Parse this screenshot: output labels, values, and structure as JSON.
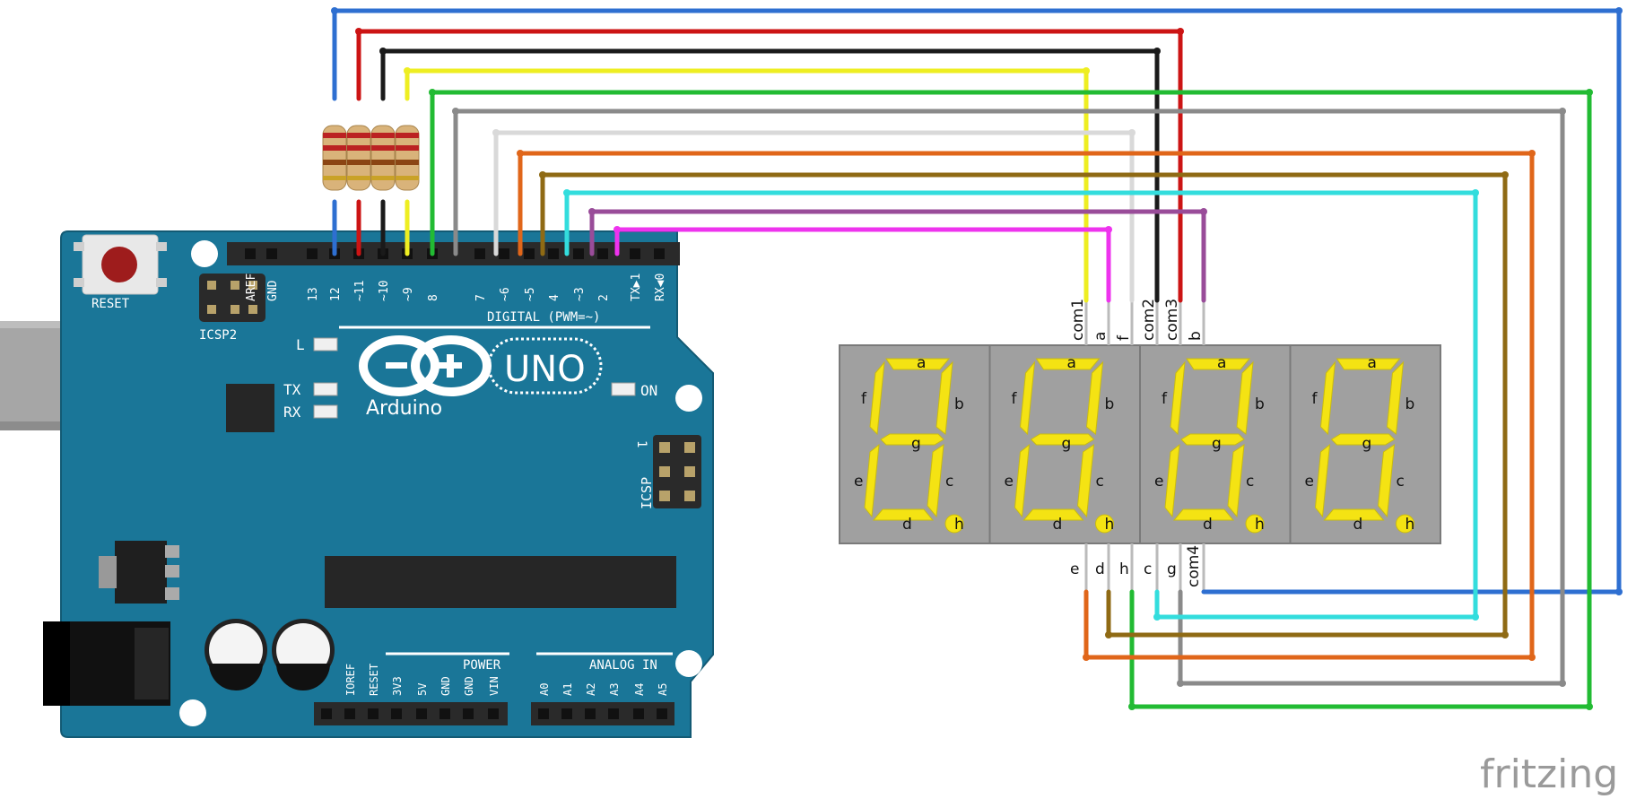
{
  "board": {
    "name": "Arduino",
    "model": "UNO",
    "reset_label": "RESET",
    "icsp2_label": "ICSP2",
    "icsp_label": "ICSP",
    "icsp_pin1": "1",
    "digital_label": "DIGITAL (PWM=~)",
    "power_label": "POWER",
    "analog_label": "ANALOG IN",
    "led_l": "L",
    "led_tx": "TX",
    "led_rx": "RX",
    "led_on": "ON",
    "digital_pins": [
      "AREF",
      "GND",
      "13",
      "12",
      "~11",
      "~10",
      "~9",
      "8",
      "7",
      "~6",
      "~5",
      "4",
      "~3",
      "2",
      "TX▶1",
      "RX◀0"
    ],
    "power_pins": [
      "IOREF",
      "RESET",
      "3V3",
      "5V",
      "GND",
      "GND",
      "VIN"
    ],
    "analog_pins": [
      "A0",
      "A1",
      "A2",
      "A3",
      "A4",
      "A5"
    ]
  },
  "display": {
    "top_pins": [
      "com1",
      "a",
      "f",
      "com2",
      "com3",
      "b"
    ],
    "bottom_pins": [
      "e",
      "d",
      "h",
      "c",
      "g",
      "com4"
    ],
    "segment_labels": [
      "a",
      "b",
      "c",
      "d",
      "e",
      "f",
      "g",
      "h"
    ],
    "digit_count": 4
  },
  "wire_colors": {
    "blue": "#2e6fd1",
    "red": "#cc1414",
    "black": "#1a1a1a",
    "yellow": "#eeee22",
    "green": "#22bb33",
    "gray": "#8a8a8a",
    "white": "#d9d9d9",
    "orange": "#e0661a",
    "brown": "#8f6a14",
    "cyan": "#33dddd",
    "purple": "#994c99",
    "magenta": "#ee33ee"
  },
  "watermark": "fritzing"
}
